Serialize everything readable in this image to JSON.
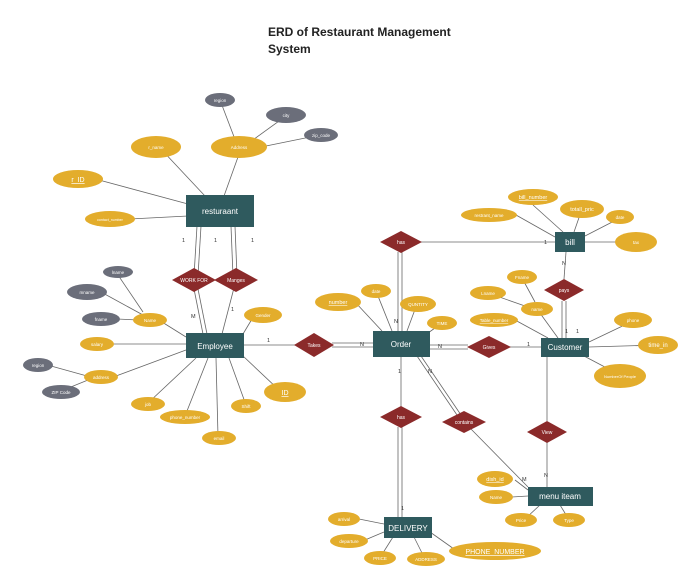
{
  "title": {
    "line1": "ERD of Restaurant Management",
    "line2": "System"
  },
  "entities": {
    "restaurant": "resturaant",
    "employee": "Employee",
    "order": "Order",
    "customer": "Customer",
    "bill": "bill",
    "menu": "menu iteam",
    "delivery": "DELIVERY"
  },
  "relationships": {
    "work_for": "WORK FOR",
    "manages": "Manges",
    "takes": "Takes",
    "gives": "Gives",
    "has_bill": "has",
    "pays": "pays",
    "has_delivery": "has",
    "contains": "contains",
    "view": "View"
  },
  "attributes": {
    "region_r": "region",
    "city": "city",
    "zip_code": "zip_code",
    "r_name": "r_name",
    "address_r": "Address",
    "r_id": "r_ID",
    "contact_number": "contact_number",
    "lname": "lname",
    "mname": "mname",
    "fname": "fname",
    "name_e": "Name",
    "gender": "Gender",
    "salary": "salary",
    "region_e": "region",
    "address_e": "address",
    "zip_code_e": "ZIP Code",
    "job": "job",
    "phone_number_e": "phone_number",
    "email": "email",
    "shift": "Shift",
    "id_e": "ID",
    "number_o": "number",
    "date_o": "date",
    "quntity": "QUNTITY",
    "time_o": "TIME",
    "bill_number": "bill_number",
    "total_price": "totall_pric",
    "restrant_name": "restrant_name",
    "date_b": "date",
    "tax": "tax",
    "fname_c": "Fname",
    "lname_c": "Lname",
    "name_c": "name",
    "table_number": "Table_number",
    "phone_c": "phone",
    "time_in": "time_in",
    "number_of_people": "NumberOf People",
    "dish_id": "dish_id",
    "name_m": "Name",
    "price_m": "Price",
    "type_m": "Type",
    "arrival": "arrival",
    "departure": "departure",
    "price_d": "PRICE",
    "address_d": "ADDRESS",
    "phone_number_d": "PHONE_NUMBER"
  },
  "cardinalities": {
    "work_for_m": "M",
    "work_for_1": "1",
    "manges_1a": "1",
    "manges_1b": "1",
    "takes_1": "1",
    "takes_n": "N",
    "gives_n": "N",
    "gives_1": "1",
    "has_1": "1",
    "has_n": "N",
    "pays_n": "N",
    "pays_1": "1",
    "cust_1": "1",
    "order_n": "N",
    "order_1": "1",
    "deliv_1": "1",
    "menu_m": "M",
    "menu_n": "N",
    "emp_1": "1"
  }
}
